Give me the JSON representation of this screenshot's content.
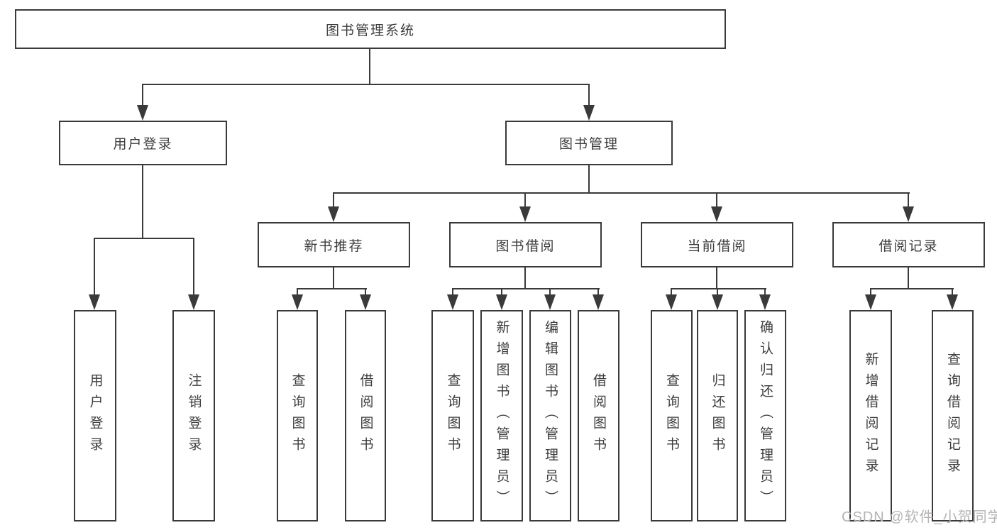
{
  "tree": {
    "root": {
      "label": "图书管理系统"
    },
    "branches": [
      {
        "label": "用户登录",
        "children": [
          {
            "label": "用户登录"
          },
          {
            "label": "注销登录"
          }
        ]
      },
      {
        "label": "图书管理",
        "children": [
          {
            "label": "新书推荐",
            "children": [
              {
                "label": "查询图书"
              },
              {
                "label": "借阅图书"
              }
            ]
          },
          {
            "label": "图书借阅",
            "children": [
              {
                "label": "查询图书"
              },
              {
                "label": "新增图书（管理员）"
              },
              {
                "label": "编辑图书（管理员）"
              },
              {
                "label": "借阅图书"
              }
            ]
          },
          {
            "label": "当前借阅",
            "children": [
              {
                "label": "查询图书"
              },
              {
                "label": "归还图书"
              },
              {
                "label": "确认归还（管理员）"
              }
            ]
          },
          {
            "label": "借阅记录",
            "children": [
              {
                "label": "新增借阅记录"
              },
              {
                "label": "查询借阅记录"
              }
            ]
          }
        ]
      }
    ]
  },
  "watermark": {
    "text": "CSDN @软件_小贺同学"
  },
  "colors": {
    "line": "#3a3a3a",
    "box_border": "#3a3a3a",
    "text": "#3d3d3d",
    "watermark": "#b5b3b3",
    "background": "#ffffff"
  }
}
